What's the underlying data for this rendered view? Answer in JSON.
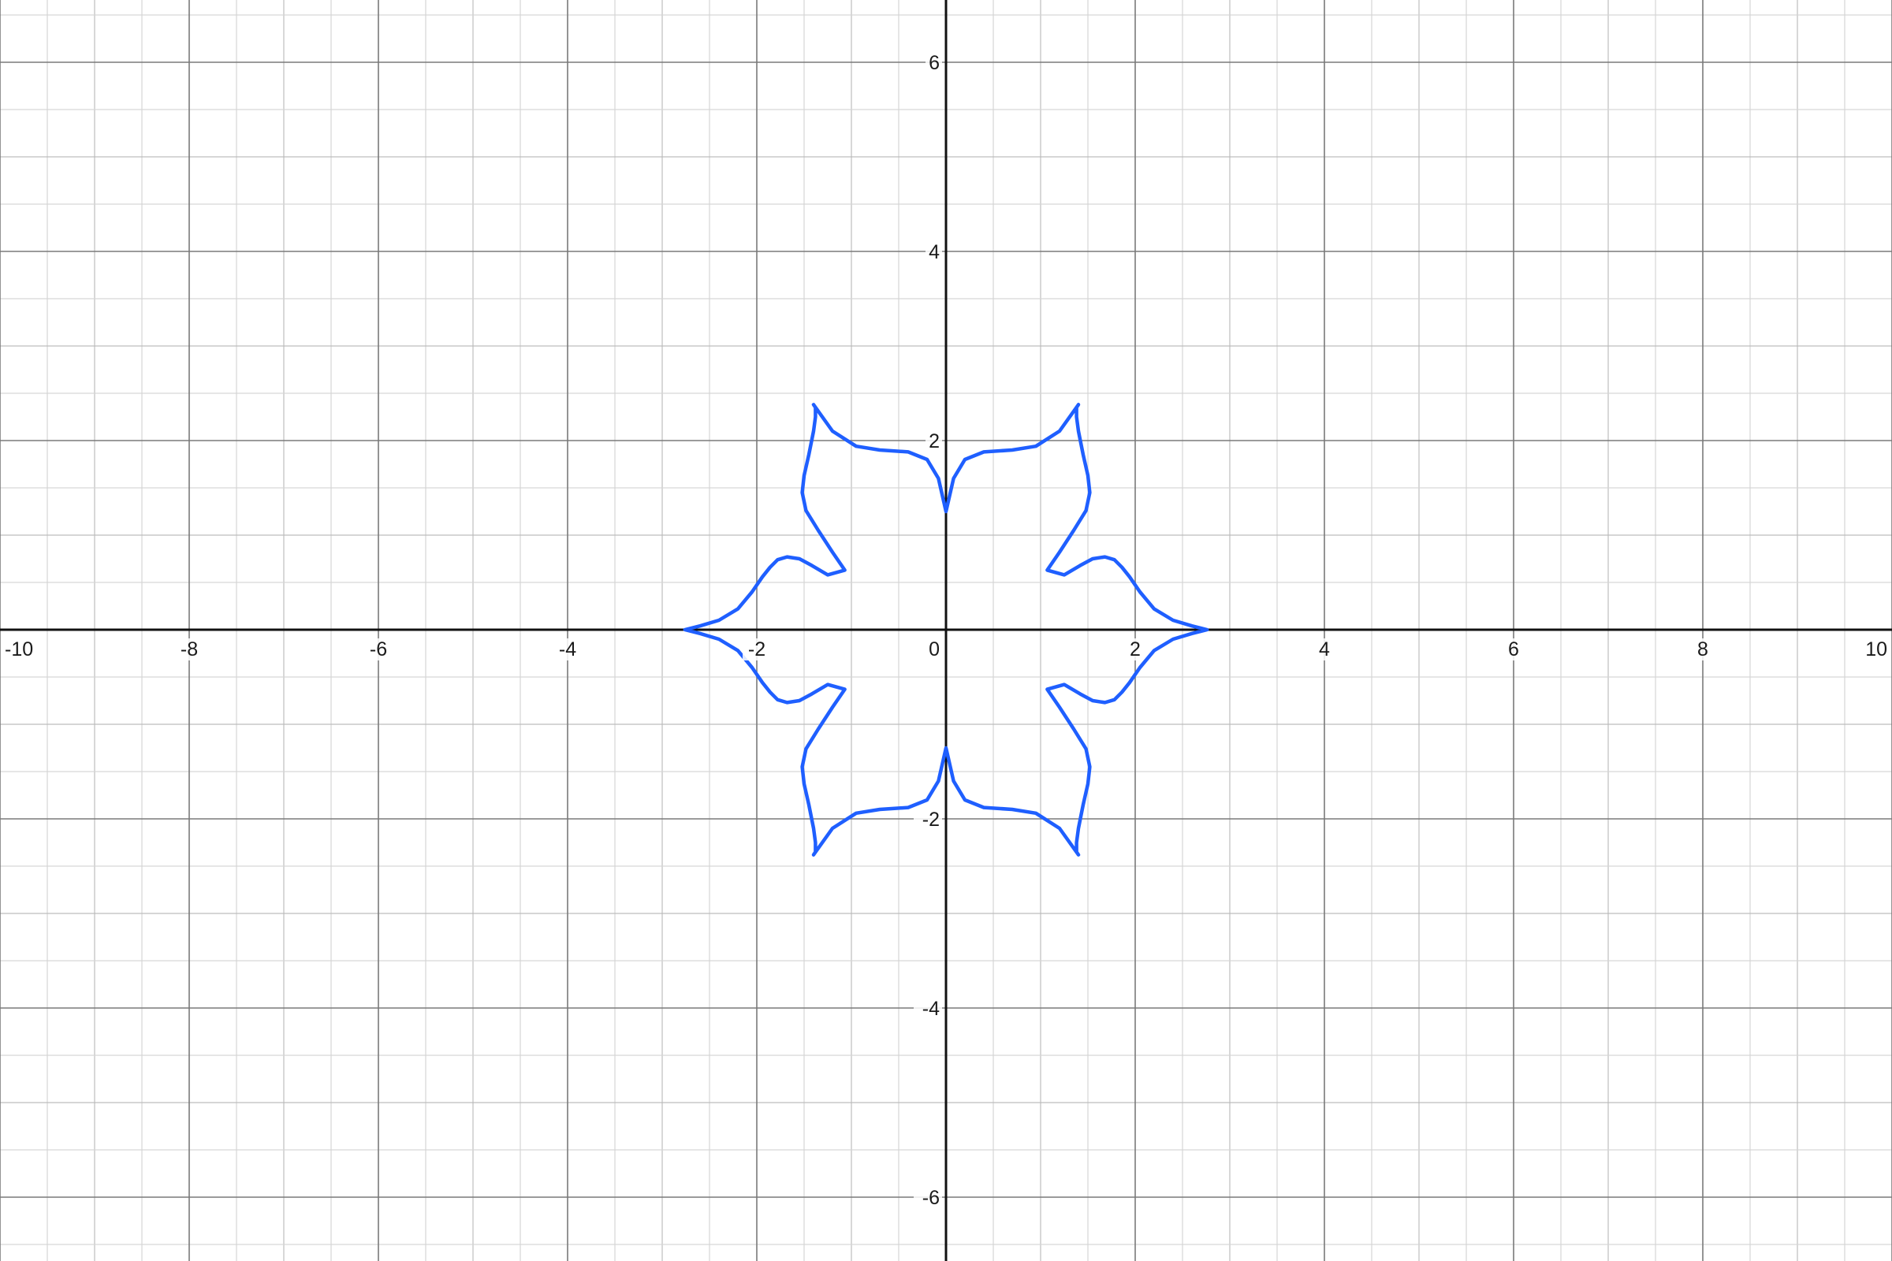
{
  "chart_data": {
    "type": "line",
    "title": "",
    "xlabel": "",
    "ylabel": "",
    "xlim": [
      -10,
      10
    ],
    "ylim": [
      -6.6,
      6.7
    ],
    "grid": true,
    "minor_grid_step": 0.5,
    "major_grid_step": 2,
    "x_ticks": [
      {
        "value": -10,
        "label": "-10"
      },
      {
        "value": -8,
        "label": "-8"
      },
      {
        "value": -6,
        "label": "-6"
      },
      {
        "value": -4,
        "label": "-4"
      },
      {
        "value": -2,
        "label": "-2"
      },
      {
        "value": 0,
        "label": "0"
      },
      {
        "value": 2,
        "label": "2"
      },
      {
        "value": 4,
        "label": "4"
      },
      {
        "value": 6,
        "label": "6"
      },
      {
        "value": 8,
        "label": "8"
      },
      {
        "value": 10,
        "label": "10"
      }
    ],
    "y_ticks": [
      {
        "value": 6,
        "label": "6"
      },
      {
        "value": 4,
        "label": "4"
      },
      {
        "value": 2,
        "label": "2"
      },
      {
        "value": -2,
        "label": "-2"
      },
      {
        "value": -4,
        "label": "-4"
      },
      {
        "value": -6,
        "label": "-6"
      }
    ],
    "series": [
      {
        "color": "#1f5fff",
        "x": [
          2.76,
          2.6,
          2.4,
          2.2,
          2.05,
          1.94,
          1.86,
          1.78,
          1.68,
          1.55,
          1.42,
          1.25,
          1.07,
          1.2,
          1.35,
          1.48,
          1.52,
          1.5,
          1.45,
          1.4,
          1.38,
          1.38,
          1.4,
          1.2,
          0.95,
          0.7,
          0.4,
          0.2,
          0.08,
          0.0,
          -0.08,
          -0.2,
          -0.4,
          -0.7,
          -0.95,
          -1.2,
          -1.4,
          -1.38,
          -1.38,
          -1.4,
          -1.45,
          -1.5,
          -1.52,
          -1.48,
          -1.35,
          -1.2,
          -1.07,
          -1.25,
          -1.42,
          -1.55,
          -1.68,
          -1.78,
          -1.86,
          -1.94,
          -2.05,
          -2.2,
          -2.4,
          -2.6,
          -2.76,
          -2.6,
          -2.4,
          -2.2,
          -2.05,
          -1.94,
          -1.86,
          -1.78,
          -1.68,
          -1.55,
          -1.42,
          -1.25,
          -1.07,
          -1.2,
          -1.35,
          -1.48,
          -1.52,
          -1.5,
          -1.45,
          -1.4,
          -1.38,
          -1.38,
          -1.4,
          -1.2,
          -0.95,
          -0.7,
          -0.4,
          -0.2,
          -0.08,
          0.0,
          0.08,
          0.2,
          0.4,
          0.7,
          0.95,
          1.2,
          1.4,
          1.38,
          1.38,
          1.4,
          1.45,
          1.5,
          1.52,
          1.48,
          1.35,
          1.2,
          1.07,
          1.25,
          1.42,
          1.55,
          1.68,
          1.78,
          1.86,
          1.94,
          2.05,
          2.2,
          2.4,
          2.6,
          2.76
        ],
        "y": [
          0.0,
          0.04,
          0.1,
          0.22,
          0.4,
          0.56,
          0.66,
          0.74,
          0.77,
          0.75,
          0.68,
          0.58,
          0.63,
          0.82,
          1.05,
          1.26,
          1.45,
          1.63,
          1.85,
          2.1,
          2.25,
          2.35,
          2.38,
          2.1,
          1.94,
          1.9,
          1.88,
          1.8,
          1.6,
          1.25,
          1.6,
          1.8,
          1.88,
          1.9,
          1.94,
          2.1,
          2.38,
          2.35,
          2.25,
          2.1,
          1.85,
          1.63,
          1.45,
          1.26,
          1.05,
          0.82,
          0.63,
          0.58,
          0.68,
          0.75,
          0.77,
          0.74,
          0.66,
          0.56,
          0.4,
          0.22,
          0.1,
          0.04,
          0.0,
          -0.04,
          -0.1,
          -0.22,
          -0.4,
          -0.56,
          -0.66,
          -0.74,
          -0.77,
          -0.75,
          -0.68,
          -0.58,
          -0.63,
          -0.82,
          -1.05,
          -1.26,
          -1.45,
          -1.63,
          -1.85,
          -2.1,
          -2.25,
          -2.35,
          -2.38,
          -2.1,
          -1.94,
          -1.9,
          -1.88,
          -1.8,
          -1.6,
          -1.25,
          -1.6,
          -1.8,
          -1.88,
          -1.9,
          -1.94,
          -2.1,
          -2.38,
          -2.35,
          -2.25,
          -2.1,
          -1.85,
          -1.63,
          -1.45,
          -1.26,
          -1.05,
          -0.82,
          -0.63,
          -0.58,
          -0.68,
          -0.75,
          -0.77,
          -0.74,
          -0.66,
          -0.56,
          -0.4,
          -0.22,
          -0.1,
          -0.04,
          0.0
        ]
      }
    ]
  }
}
